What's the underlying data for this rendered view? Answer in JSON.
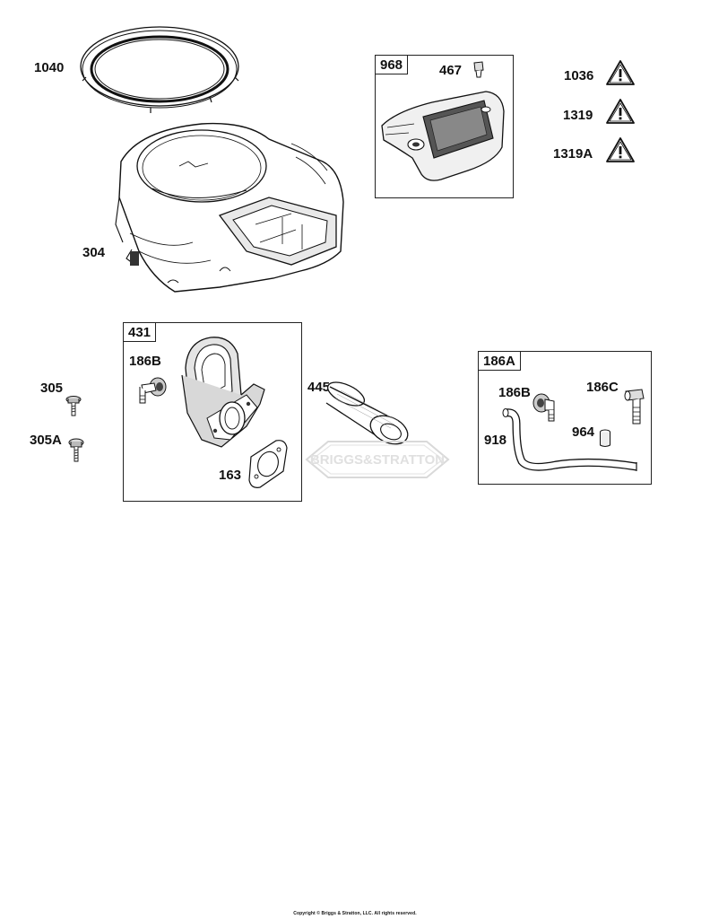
{
  "diagram": {
    "parts": [
      {
        "id": "1040",
        "label": "1040",
        "icon": "shroud-ring-icon"
      },
      {
        "id": "304",
        "label": "304",
        "icon": "blower-housing-icon"
      },
      {
        "id": "467",
        "label": "467",
        "icon": "knob-icon"
      },
      {
        "id": "1036",
        "label": "1036",
        "icon": "warning-triangle-icon"
      },
      {
        "id": "1319",
        "label": "1319",
        "icon": "warning-triangle-icon"
      },
      {
        "id": "1319A",
        "label": "1319A",
        "icon": "warning-triangle-icon"
      },
      {
        "id": "186B_a",
        "label": "186B",
        "icon": "fitting-icon"
      },
      {
        "id": "305",
        "label": "305",
        "icon": "screw-icon"
      },
      {
        "id": "305A",
        "label": "305A",
        "icon": "screw-icon"
      },
      {
        "id": "445",
        "label": "445",
        "icon": "air-filter-icon"
      },
      {
        "id": "163",
        "label": "163",
        "icon": "gasket-icon"
      },
      {
        "id": "186B_b",
        "label": "186B",
        "icon": "fitting-icon"
      },
      {
        "id": "186C",
        "label": "186C",
        "icon": "elbow-fitting-icon"
      },
      {
        "id": "918",
        "label": "918",
        "icon": "hose-icon"
      },
      {
        "id": "964",
        "label": "964",
        "icon": "clamp-icon"
      }
    ],
    "assemblies": [
      {
        "id": "968",
        "label": "968",
        "icon": "air-cleaner-cover-icon"
      },
      {
        "id": "431",
        "label": "431",
        "icon": "air-cleaner-base-icon"
      },
      {
        "id": "186A",
        "label": "186A",
        "icon": "breather-assembly-icon"
      }
    ],
    "watermark": "BRIGGS&STRATTON",
    "copyright": "Copyright © Briggs & Stratton, LLC. All rights reserved."
  }
}
